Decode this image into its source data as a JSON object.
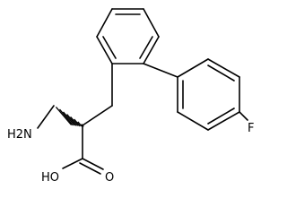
{
  "molecule": {
    "atom_labels": {
      "amine": "H2N",
      "hydroxyl": "HO",
      "carbonyl_oxygen": "O",
      "fluorine": "F"
    },
    "features": {
      "stereocenter_bond": "hashed-wedge",
      "aromatic_rings": 2
    }
  }
}
